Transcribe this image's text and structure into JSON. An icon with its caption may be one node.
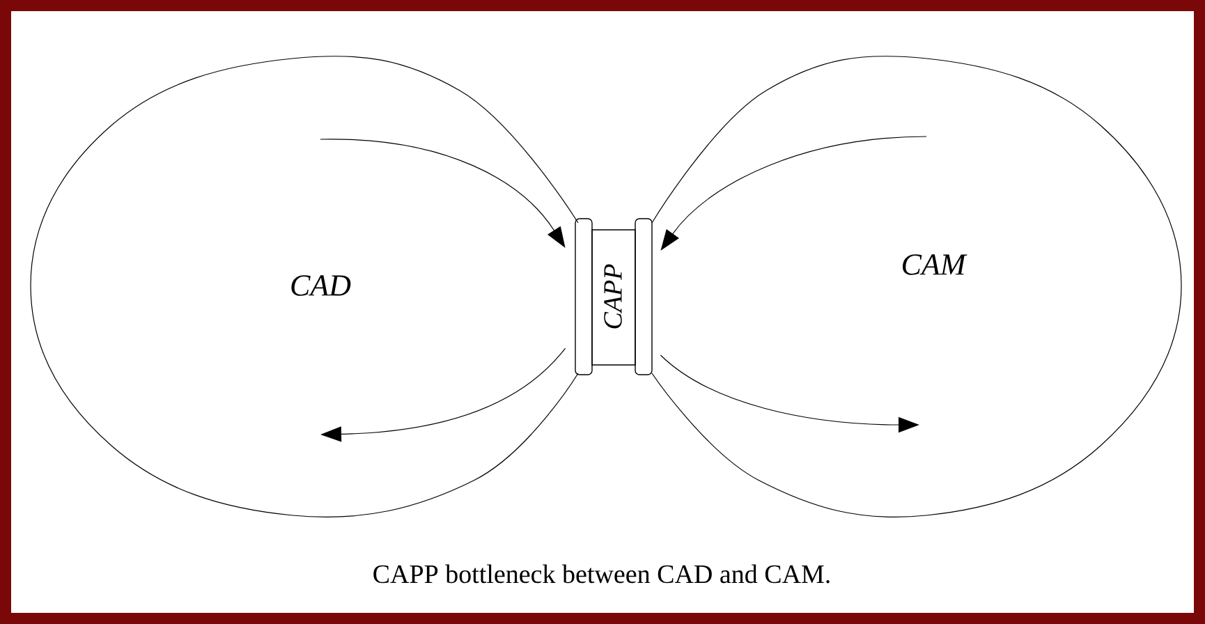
{
  "diagram": {
    "caption": "CAPP bottleneck between CAD and CAM.",
    "nodes": [
      {
        "text": [
          "CAD"
        ]
      },
      {
        "text": [
          "CAM"
        ]
      },
      {
        "text": [
          "CAPP"
        ]
      }
    ],
    "edges": [
      {
        "from": 0,
        "to": 2,
        "arrow": "to"
      },
      {
        "from": 1,
        "to": 2,
        "arrow": "to"
      },
      {
        "from": 2,
        "to": 0,
        "arrow": "to"
      },
      {
        "from": 2,
        "to": 1,
        "arrow": "to"
      }
    ]
  }
}
